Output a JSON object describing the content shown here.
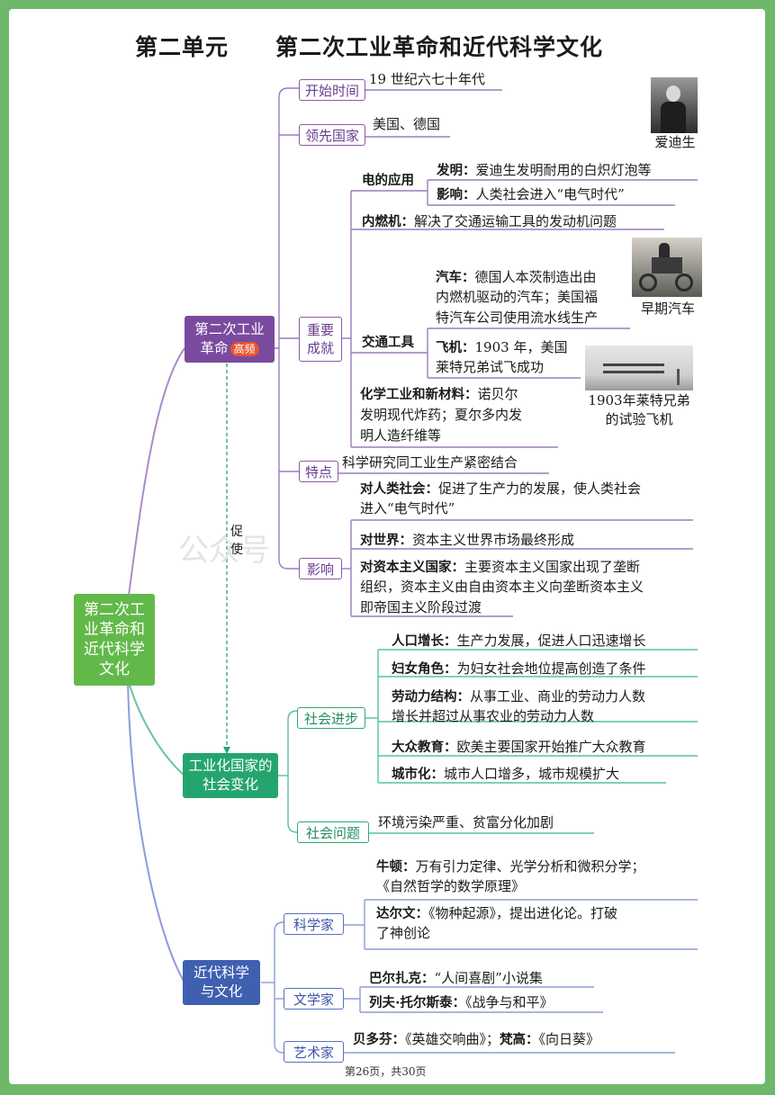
{
  "title": "第二单元　　第二次工业革命和近代科学文化",
  "footer": "第26页，共30页",
  "watermark": "公众号",
  "root": "第二次工业革命和近代科学文化",
  "branch1": {
    "label": "第二次工业革命",
    "badge": "高频",
    "start_label": "开始时间",
    "start_text": "19 世纪六七十年代",
    "lead_label": "领先国家",
    "lead_text": "美国、德国",
    "achv_label": "重要成就",
    "electric": {
      "label": "电的应用",
      "invent_k": "发明：",
      "invent_v": "爱迪生发明耐用的白炽灯泡等",
      "impact_k": "影响：",
      "impact_v": "人类社会进入“电气时代”"
    },
    "engine_k": "内燃机：",
    "engine_v": "解决了交通运输工具的发动机问题",
    "transport": {
      "label": "交通工具",
      "car_k": "汽车：",
      "car_v1": "德国人本茨制造出由",
      "car_v2": "内燃机驱动的汽车；美国福",
      "car_v3": "特汽车公司使用流水线生产",
      "plane_k": "飞机：",
      "plane_v1": "1903 年，美国",
      "plane_v2": "莱特兄弟试飞成功"
    },
    "chem_k": "化学工业和新材料：",
    "chem_v1": "诺贝尔",
    "chem_v2": "发明现代炸药；夏尔多内发",
    "chem_v3": "明人造纤维等",
    "feature_label": "特点",
    "feature_text": "科学研究同工业生产紧密结合",
    "influence_label": "影响",
    "inf_society_k": "对人类社会：",
    "inf_society_v1": "促进了生产力的发展，使人类社会",
    "inf_society_v2": "进入“电气时代”",
    "inf_world_k": "对世界：",
    "inf_world_v": "资本主义世界市场最终形成",
    "inf_cap_k": "对资本主义国家：",
    "inf_cap_v1": "主要资本主义国家出现了垄断",
    "inf_cap_v2": "组织，资本主义由自由资本主义向垄断资本主义",
    "inf_cap_v3": "即帝国主义阶段过渡",
    "captions": {
      "edison": "爱迪生",
      "car": "早期汽车",
      "plane1": "1903年莱特兄弟",
      "plane2": "的试验飞机"
    }
  },
  "promote": "促使",
  "branch2": {
    "label": "工业化国家的社会变化",
    "progress_label": "社会进步",
    "pop_k": "人口增长：",
    "pop_v": "生产力发展，促进人口迅速增长",
    "women_k": "妇女角色：",
    "women_v": "为妇女社会地位提高创造了条件",
    "labor_k": "劳动力结构：",
    "labor_v1": "从事工业、商业的劳动力人数",
    "labor_v2": "增长并超过从事农业的劳动力人数",
    "edu_k": "大众教育：",
    "edu_v": "欧美主要国家开始推广大众教育",
    "urban_k": "城市化：",
    "urban_v": "城市人口增多，城市规模扩大",
    "problem_label": "社会问题",
    "problem_text": "环境污染严重、贫富分化加剧"
  },
  "branch3": {
    "label": "近代科学与文化",
    "sci_label": "科学家",
    "newton_k": "牛顿：",
    "newton_v1": "万有引力定律、光学分析和微积分学；",
    "newton_v2": "《自然哲学的数学原理》",
    "darwin_k": "达尔文：",
    "darwin_v1": "《物种起源》，提出进化论。打破",
    "darwin_v2": "了神创论",
    "lit_label": "文学家",
    "balzac_k": "巴尔扎克：",
    "balzac_v": "“人间喜剧”小说集",
    "tolstoy_k": "列夫·托尔斯泰：",
    "tolstoy_v": "《战争与和平》",
    "art_label": "艺术家",
    "bee_k": "贝多芬：",
    "bee_v": "《英雄交响曲》；",
    "vangogh_k": "梵高：",
    "vangogh_v": "《向日葵》"
  },
  "colors": {
    "background": "#6fb86a",
    "purple": "#7a4a9e",
    "green": "#25a56e",
    "blue": "#3f5fb0",
    "root": "#62b94a",
    "badge": "#e8542f"
  }
}
